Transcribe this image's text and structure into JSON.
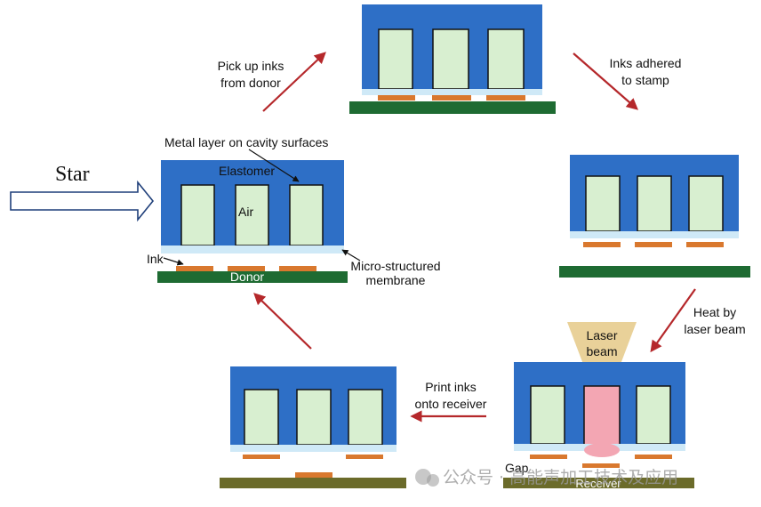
{
  "labels": {
    "start": "Star",
    "pick_up_line1": "Pick up inks",
    "pick_up_line2": "from donor",
    "adhered_line1": "Inks adhered",
    "adhered_line2": "to stamp",
    "metal_layer": "Metal layer on cavity surfaces",
    "elastomer": "Elastomer",
    "air": "Air",
    "ink": "Ink",
    "donor": "Donor",
    "micro_line1": "Micro-structured",
    "micro_line2": "membrane",
    "heat_line1": "Heat by",
    "heat_line2": "laser beam",
    "laser_line1": "Laser",
    "laser_line2": "beam",
    "print_line1": "Print inks",
    "print_line2": "onto receiver",
    "gap": "Gap",
    "receiver": "Receiver",
    "watermark": "公众号 · 高能声加工技术及应用"
  },
  "colors": {
    "stamp_blue": "#2e6fc6",
    "cavity_fill": "#d8efd0",
    "membrane": "#cfe9f7",
    "ink_orange": "#d9782e",
    "donor_green": "#1e6b32",
    "receiver_olive": "#6b6b2a",
    "arrow_red": "#b5282b",
    "laser_tan": "#e9d199",
    "heated_pink": "#f3a6b3"
  }
}
